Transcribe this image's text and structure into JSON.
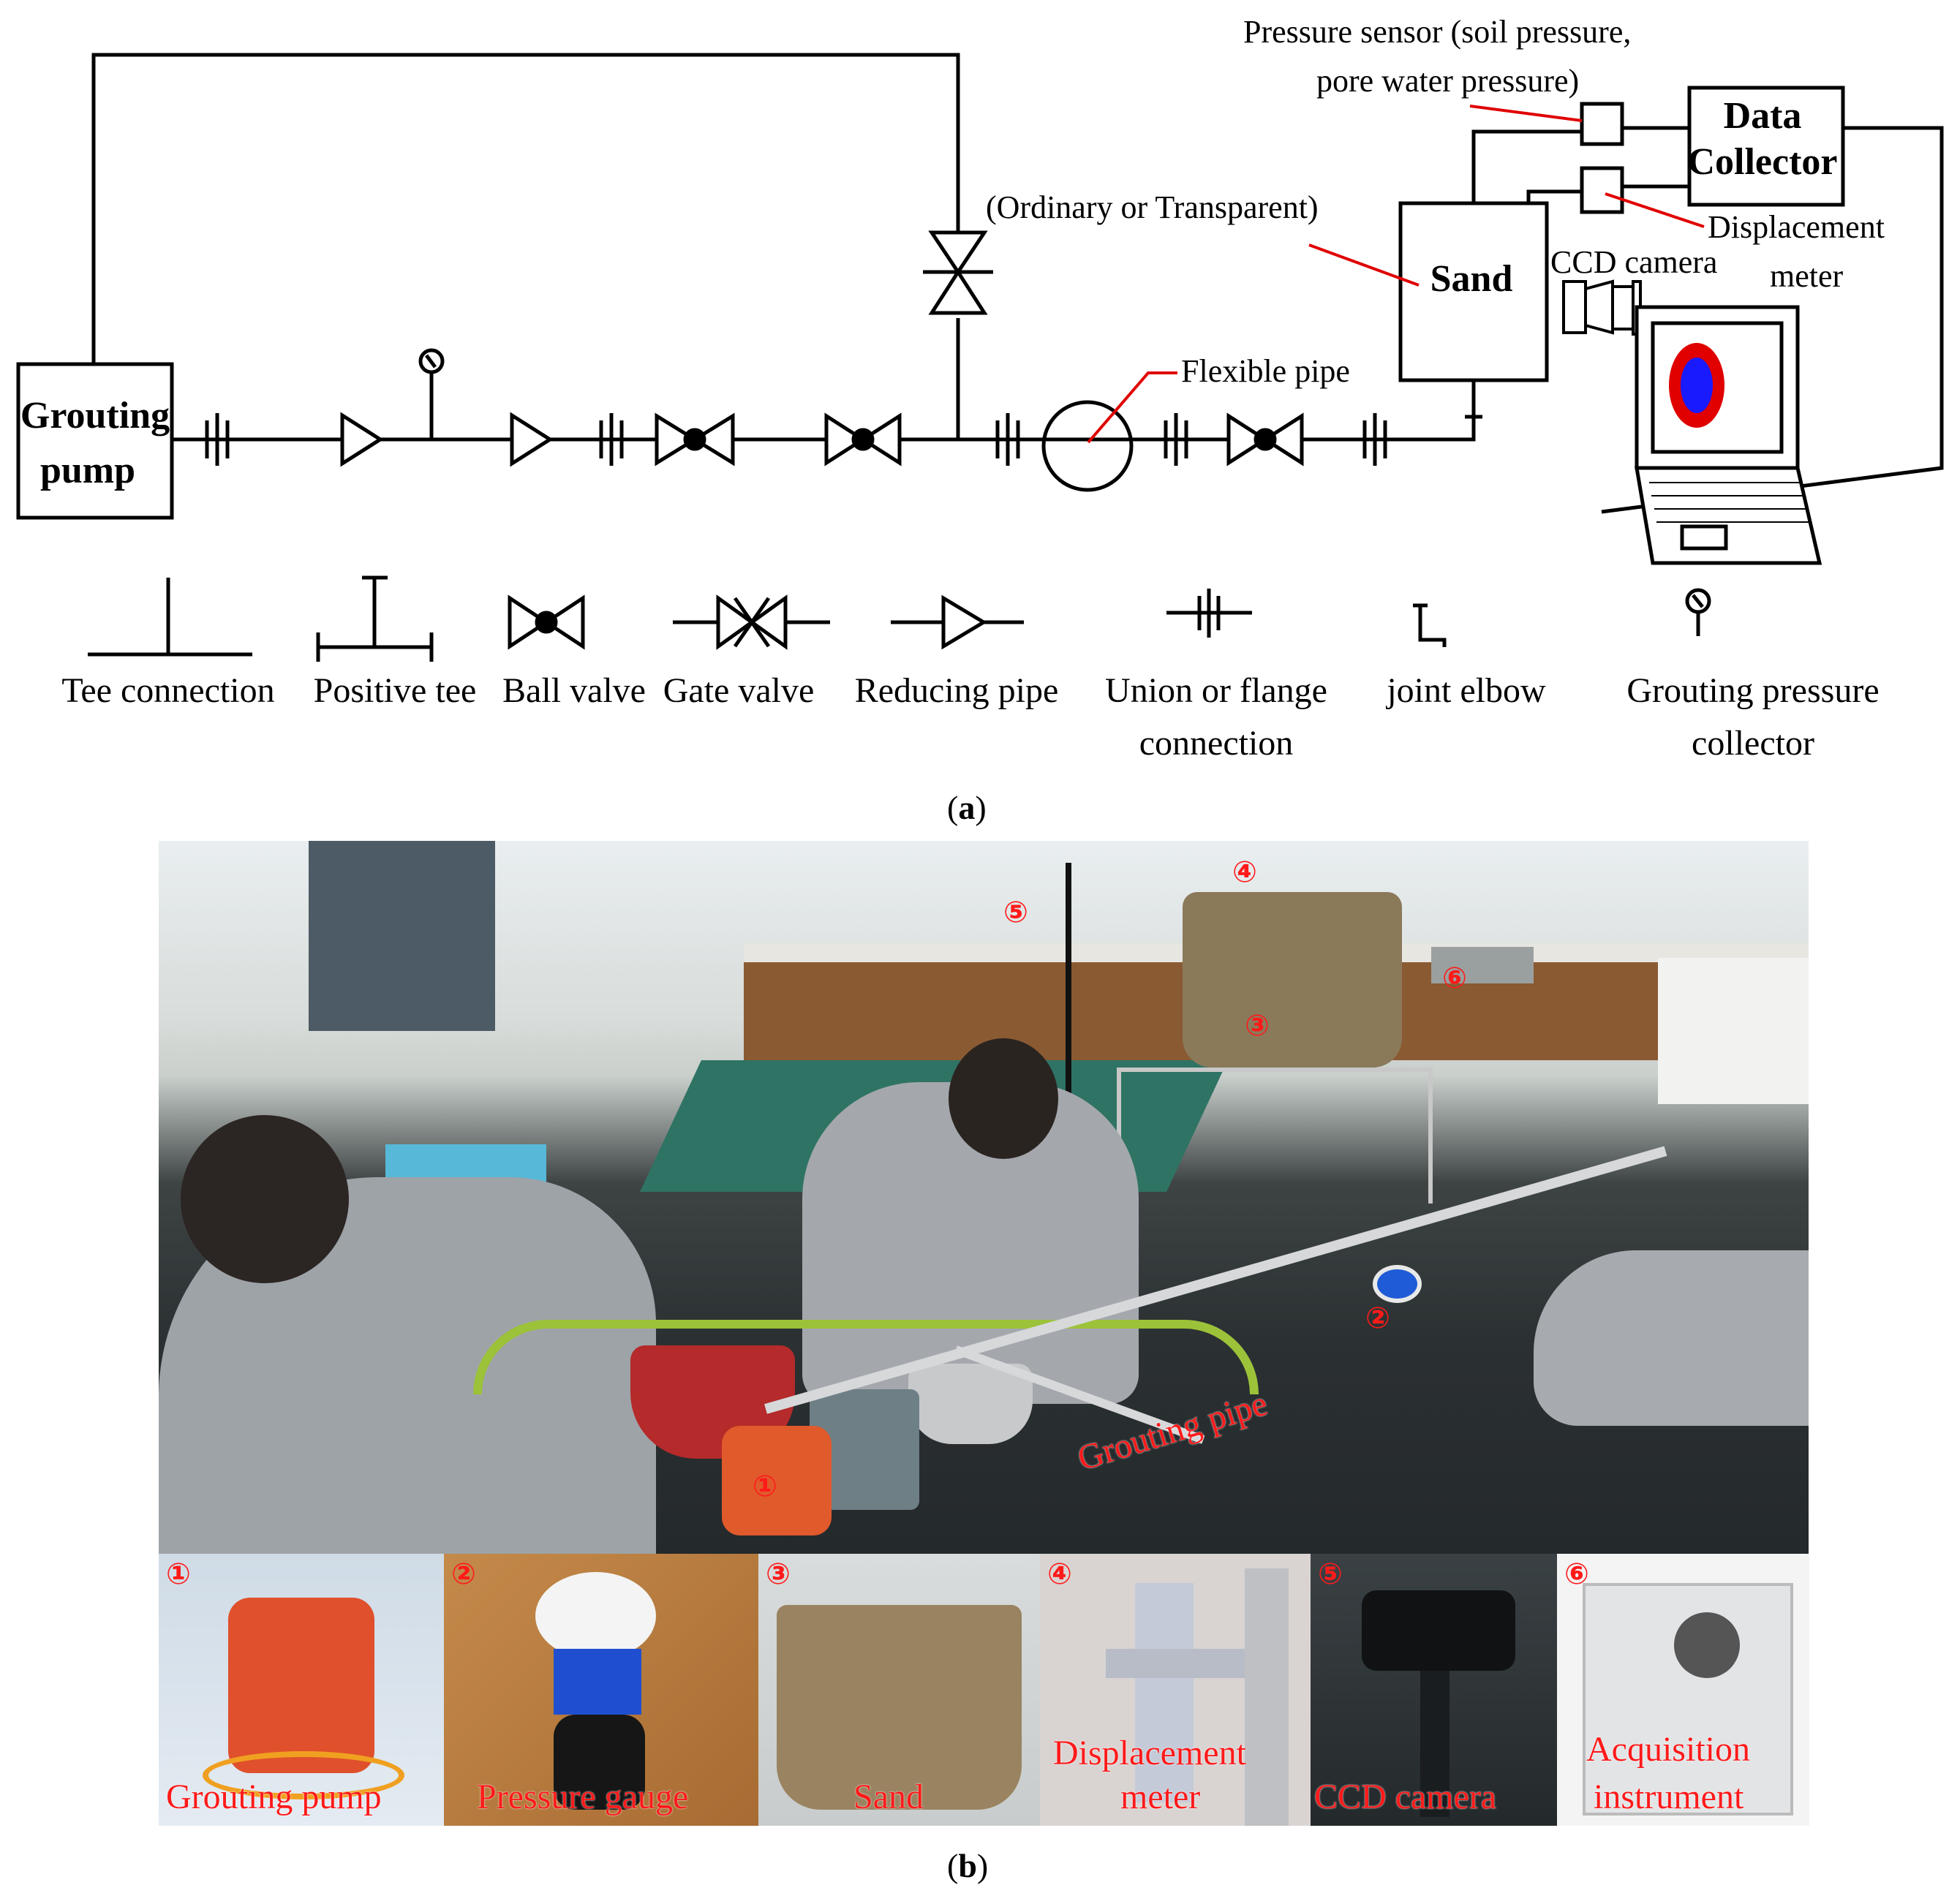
{
  "diagram": {
    "grouting_pump": [
      "Grouting",
      "pump"
    ],
    "sand": "Sand",
    "data_collector": [
      "Data",
      "Collector"
    ],
    "pressure_sensor": [
      "Pressure sensor (soil pressure,",
      "pore water pressure)"
    ],
    "sand_type": "(Ordinary or Transparent)",
    "displacement_meter": [
      "Displacement",
      "meter"
    ],
    "ccd_camera": "CCD camera",
    "flexible_pipe": "Flexible pipe"
  },
  "legend": [
    {
      "lines": [
        "Tee connection"
      ]
    },
    {
      "lines": [
        "Positive tee"
      ]
    },
    {
      "lines": [
        "Ball valve"
      ]
    },
    {
      "lines": [
        "Gate valve"
      ]
    },
    {
      "lines": [
        "Reducing pipe"
      ]
    },
    {
      "lines": [
        "Union or flange",
        "connection"
      ]
    },
    {
      "lines": [
        "joint elbow"
      ]
    },
    {
      "lines": [
        "Grouting pressure",
        "collector"
      ]
    }
  ],
  "caption_a": "a",
  "caption_b": "b",
  "photo": {
    "markers": [
      "①",
      "②",
      "③",
      "④",
      "⑤",
      "⑥"
    ],
    "grouting_pipe": "Grouting pipe"
  },
  "panels": [
    {
      "num": "①",
      "lines": [
        "Grouting pump"
      ]
    },
    {
      "num": "②",
      "lines": [
        "Pressure gauge"
      ]
    },
    {
      "num": "③",
      "lines": [
        "Sand"
      ]
    },
    {
      "num": "④",
      "lines": [
        "Displacement",
        "meter"
      ]
    },
    {
      "num": "⑤",
      "lines": [
        "CCD camera"
      ]
    },
    {
      "num": "⑥",
      "lines": [
        "Acquisition",
        "instrument"
      ]
    }
  ],
  "colors": {
    "leader": "#e00000",
    "photo_label": "#ff1a1a",
    "laptop_blob_outer": "#e00000",
    "laptop_blob_inner": "#1a1aff"
  }
}
